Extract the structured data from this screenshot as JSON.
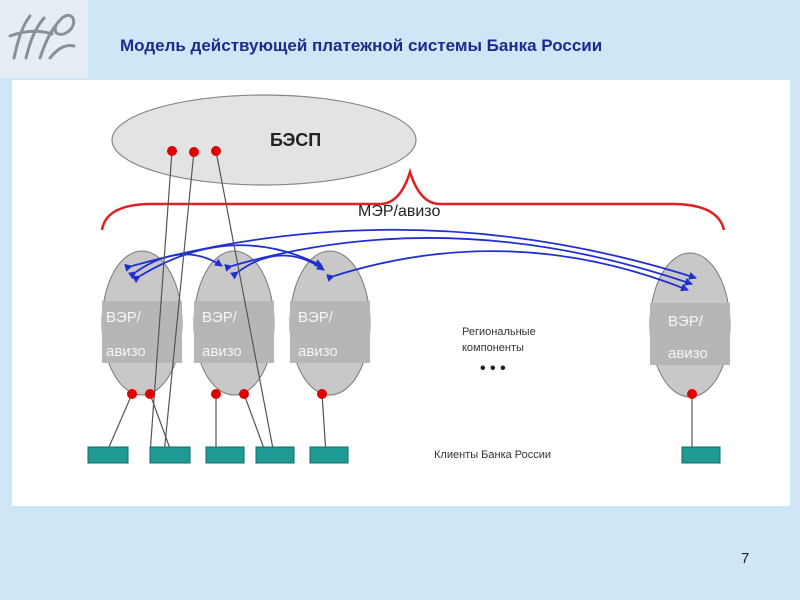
{
  "slide": {
    "title": "Модель действующей платежной системы Банка России",
    "page_number": "7"
  },
  "diagram": {
    "top_node": "БЭСП",
    "brace_label": "МЭР/авизо",
    "regional_nodes": [
      {
        "line1": "ВЭР/",
        "line2": "авизо"
      },
      {
        "line1": "ВЭР/",
        "line2": "авизо"
      },
      {
        "line1": "ВЭР/",
        "line2": "авизо"
      },
      {
        "line1": "ВЭР/",
        "line2": "авизо"
      }
    ],
    "regional_label_line1": "Региональные",
    "regional_label_line2": "компоненты",
    "ellipsis": "• • •",
    "clients_label": "Клиенты Банка России"
  },
  "colors": {
    "title": "#1f2a8c",
    "brace": "#e02020",
    "arrows": "#2030d0",
    "node_dot": "#e00000",
    "client_box": "#1f9a94",
    "ellipse_fill": "#c8c8c8"
  }
}
